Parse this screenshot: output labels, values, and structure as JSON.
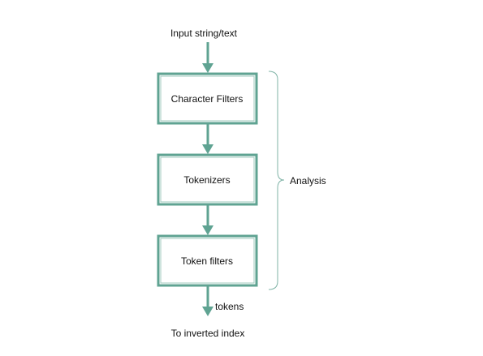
{
  "diagram": {
    "input_label": "Input string/text",
    "steps": [
      {
        "label": "Character Filters"
      },
      {
        "label": "Tokenizers"
      },
      {
        "label": "Token filters"
      }
    ],
    "group_label": "Analysis",
    "output_label": "tokens",
    "destination_label": "To inverted index"
  },
  "colors": {
    "stroke": "#5fa392",
    "text": "#111111",
    "bracket": "#7fb3a6"
  }
}
